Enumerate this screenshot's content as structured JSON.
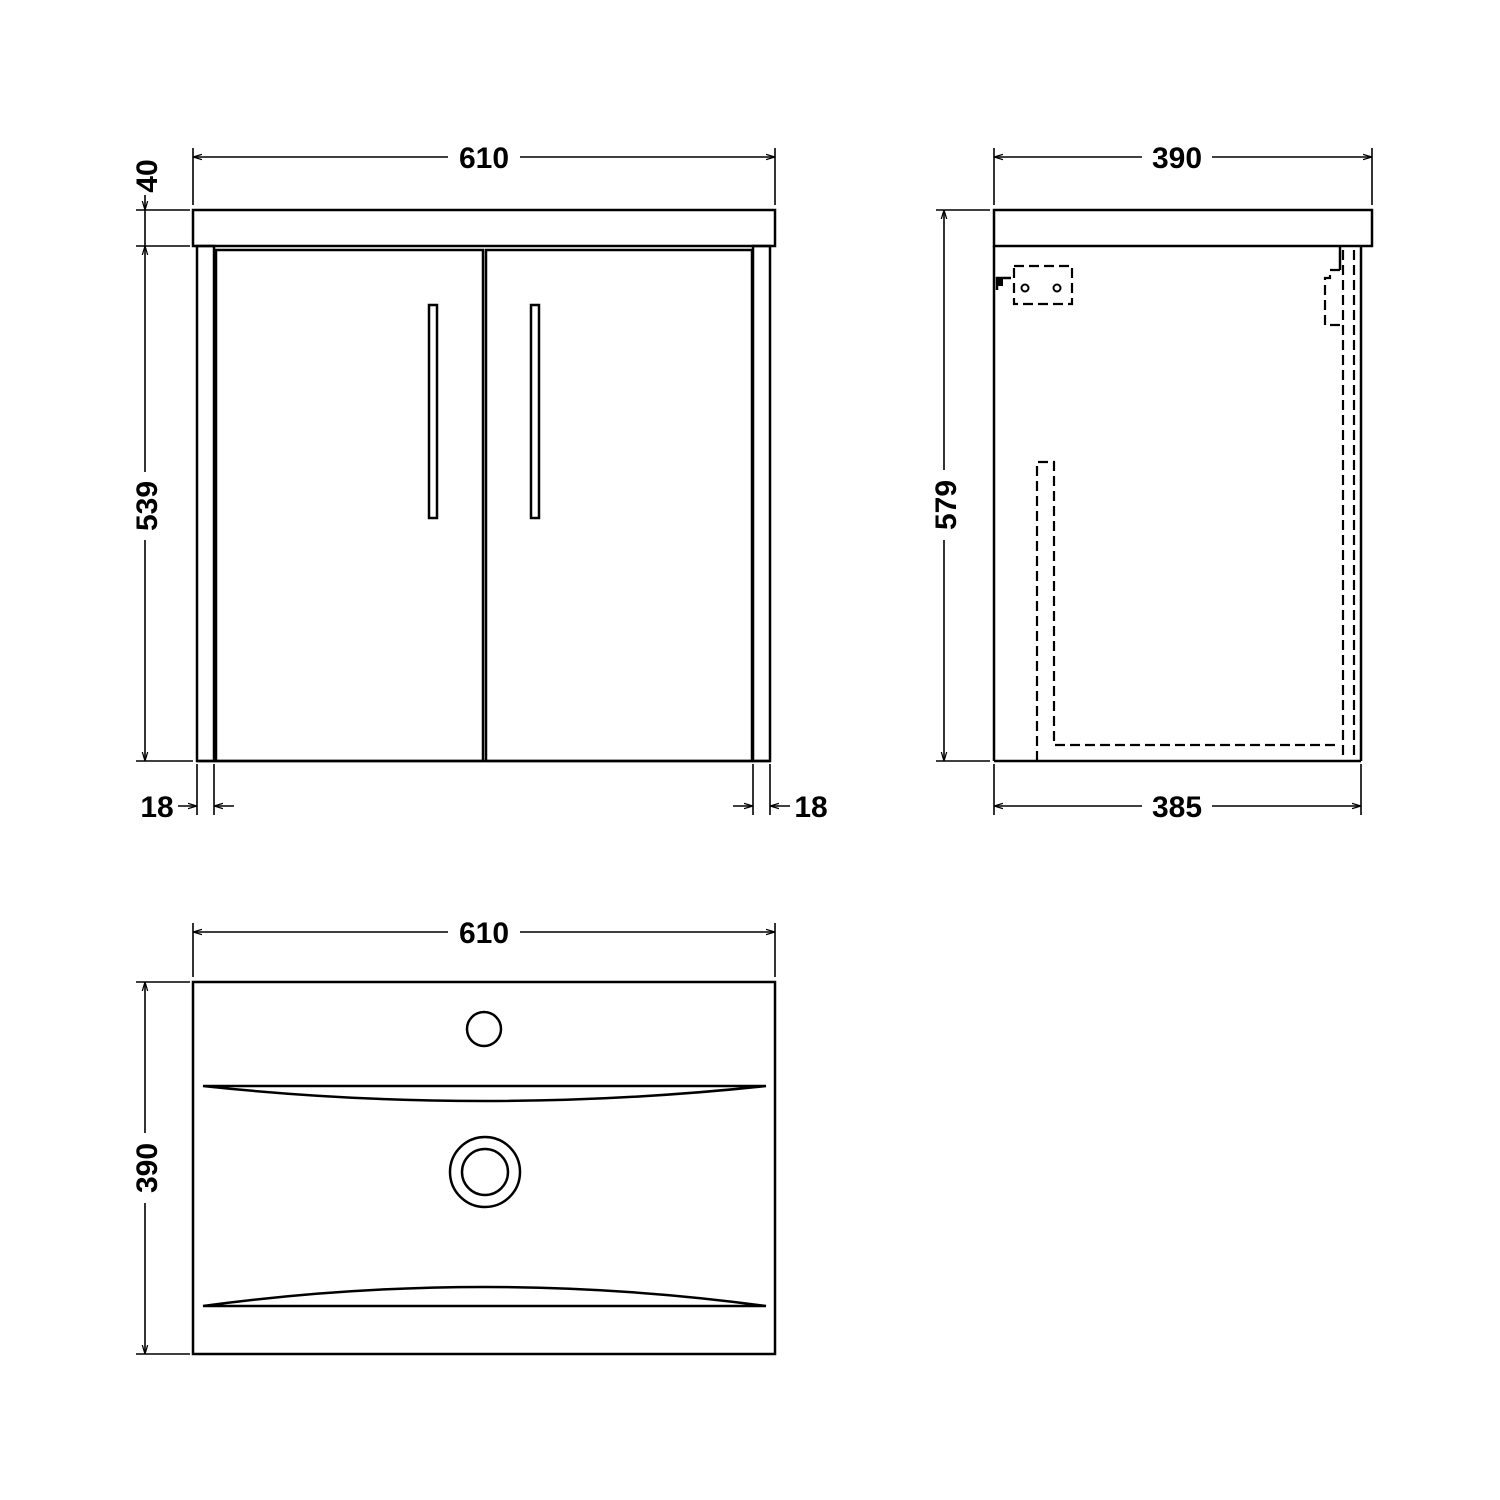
{
  "front_view": {
    "width_label": "610",
    "top_height_label": "40",
    "body_height_label": "539",
    "left_panel_label": "18",
    "right_panel_label": "18"
  },
  "side_view": {
    "depth_top_label": "390",
    "height_label": "579",
    "depth_bottom_label": "385"
  },
  "top_view": {
    "width_label": "610",
    "depth_label": "390"
  },
  "colors": {
    "line": "#000000",
    "background": "#ffffff"
  }
}
